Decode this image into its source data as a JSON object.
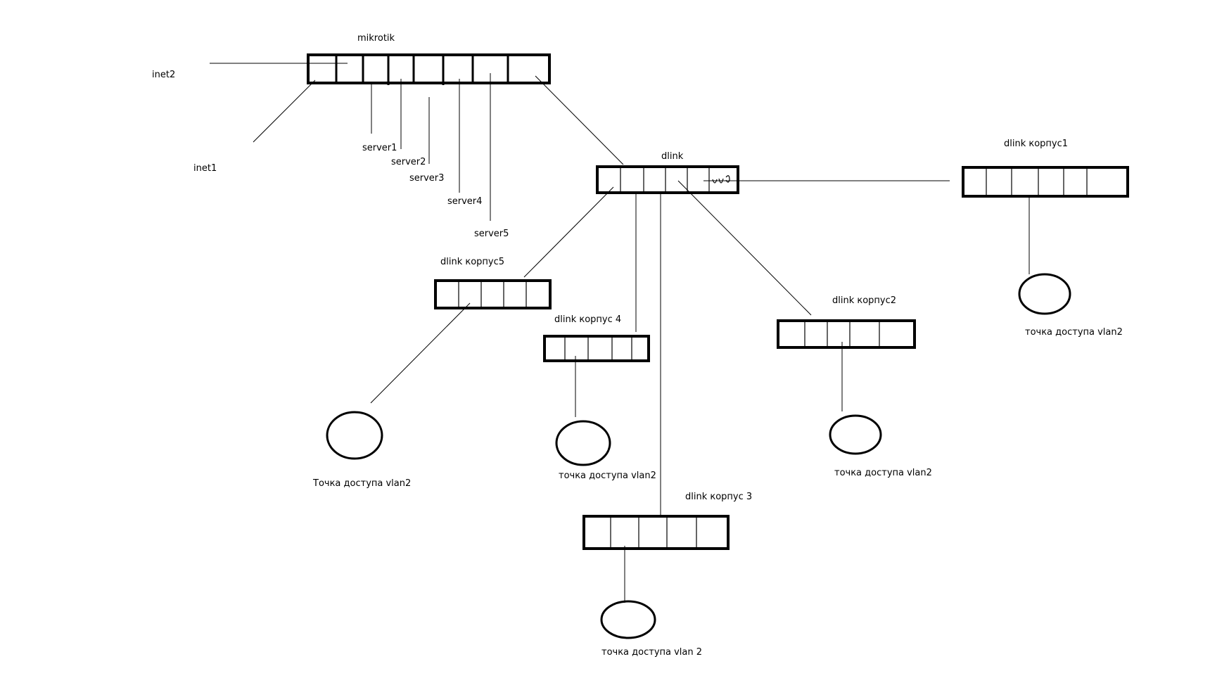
{
  "devices": {
    "mikrotik": "mikrotik",
    "dlink": "dlink",
    "korpus1": "dlink корпус1",
    "korpus2": "dlink корпус2",
    "korpus3": "dlink корпус 3",
    "korpus4": "dlink корпус 4",
    "korpus5": "dlink корпус5"
  },
  "links": {
    "inet1": "inet1",
    "inet2": "inet2",
    "server1": "server1",
    "server2": "server2",
    "server3": "server3",
    "server4": "server4",
    "server5": "server5"
  },
  "access_points": {
    "ap1": "точка доступа vlan2",
    "ap2": "точка доступа vlan2",
    "ap3": "точка доступа vlan 2",
    "ap4": "точка доступа vlan2",
    "ap5": "Точка доступа vlan2"
  }
}
